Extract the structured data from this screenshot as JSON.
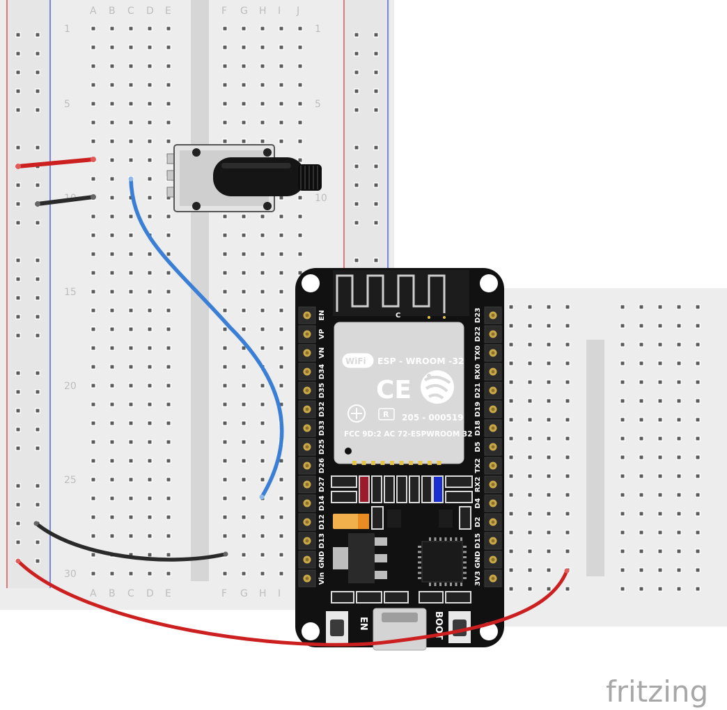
{
  "breadboard": {
    "columns_left": [
      "A",
      "B",
      "C",
      "D",
      "E"
    ],
    "columns_right": [
      "F",
      "G",
      "H",
      "I",
      "J"
    ],
    "row_numbers": [
      "1",
      "5",
      "10",
      "15",
      "20",
      "25",
      "30"
    ]
  },
  "esp32": {
    "pins_left": [
      "EN",
      "VP",
      "VN",
      "D34",
      "D35",
      "D32",
      "D33",
      "D25",
      "D26",
      "D27",
      "D14",
      "D12",
      "D13",
      "GND",
      "Vin"
    ],
    "pins_right": [
      "D23",
      "D22",
      "TX0",
      "RX0",
      "D21",
      "D19",
      "D18",
      "D5",
      "TX2",
      "RX2",
      "D4",
      "D2",
      "D15",
      "GND",
      "3V3"
    ],
    "module_title": "ESP - WROOM -32",
    "wifi_logo": "WiFi",
    "cert_r": "R",
    "cert_number": "205 - 000519",
    "fcc_line": "FCC 9D:2 AC 72-ESPWROOM  32",
    "antenna_mark": "C",
    "button_en": "EN",
    "button_boot": "BOOT",
    "ce_mark": "CE"
  },
  "brand": "fritzing",
  "colors": {
    "board_black": "#111111",
    "wire_red": "#cc1f1f",
    "wire_black": "#2a2a2a",
    "wire_blue": "#3a7fd5",
    "breadboard": "#e9e9e9"
  },
  "icons": [
    "wifi-logo-icon",
    "ce-mark-icon",
    "espressif-logo-icon",
    "antenna-icon"
  ]
}
